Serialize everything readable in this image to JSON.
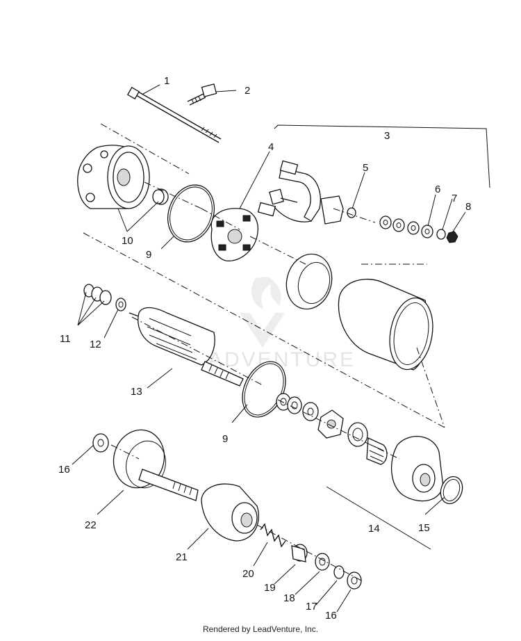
{
  "diagram": {
    "callouts": [
      "1",
      "2",
      "3",
      "4",
      "5",
      "6",
      "7",
      "8",
      "9",
      "10",
      "11",
      "12",
      "13",
      "9",
      "14",
      "15",
      "16",
      "22",
      "21",
      "20",
      "19",
      "18",
      "17",
      "16"
    ],
    "watermark": "ADVENTURE"
  },
  "footer": {
    "credit": "Rendered by LeadVenture, Inc."
  }
}
